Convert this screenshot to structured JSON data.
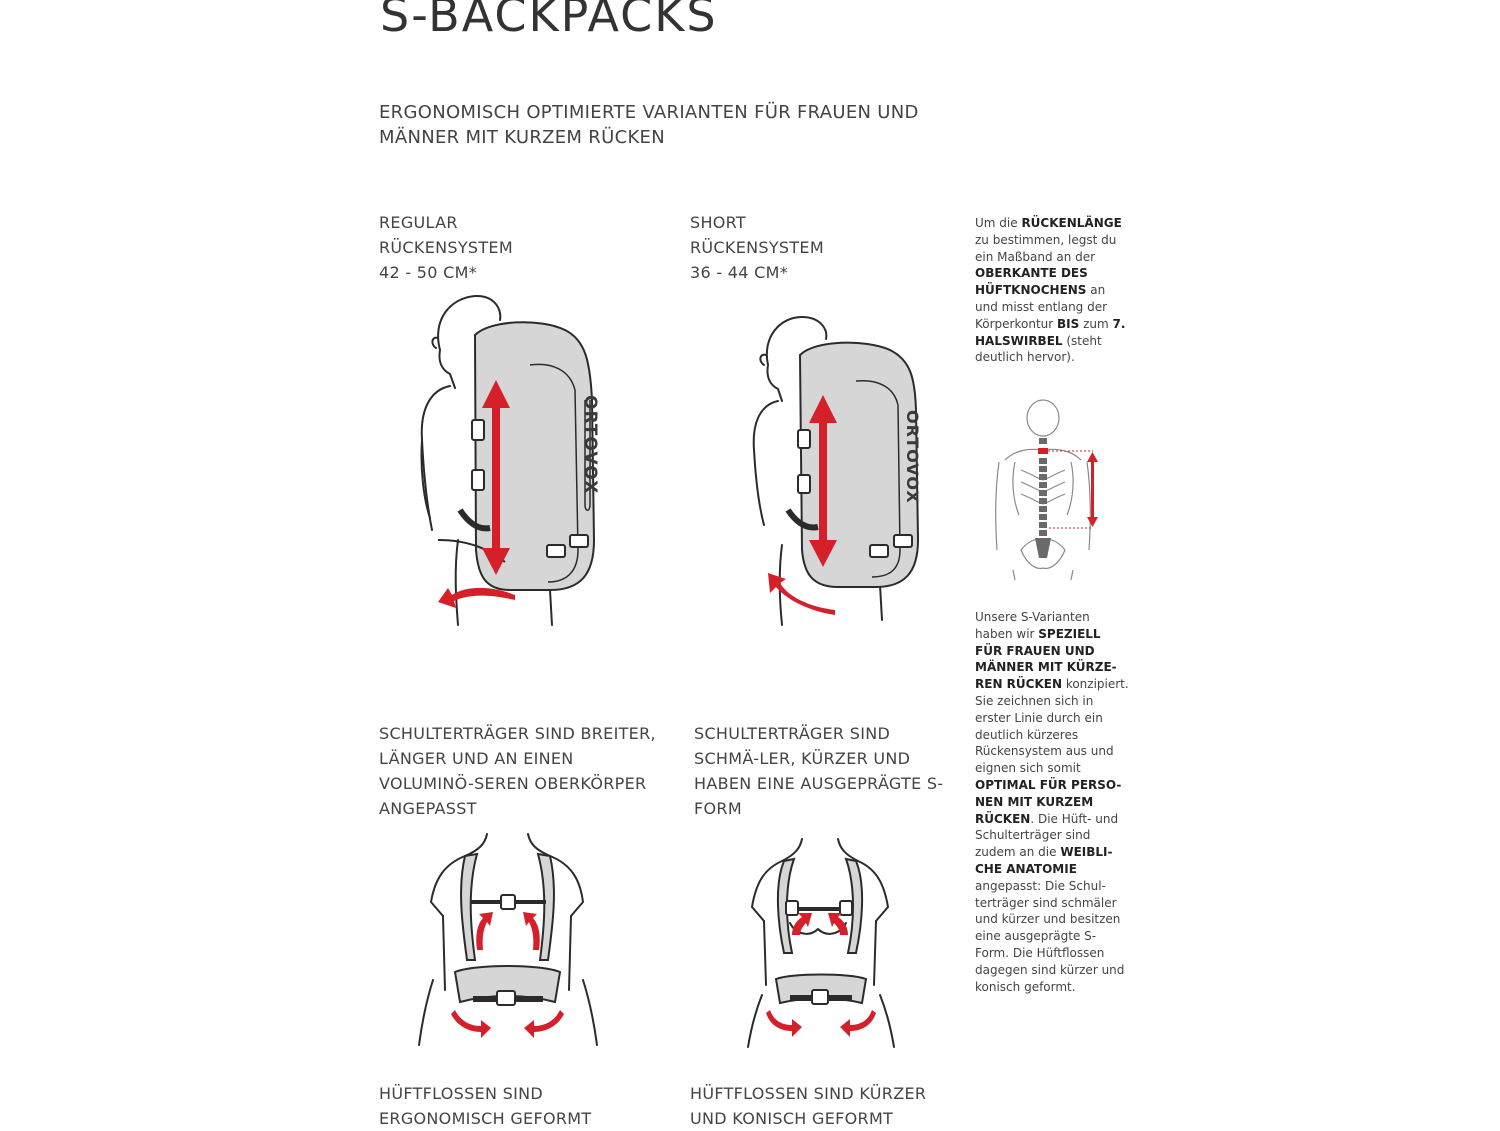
{
  "header": {
    "title": "S-BACKPACKS",
    "subtitle": "ERGONOMISCH OPTIMIERTE VARIANTEN FÜR FRAUEN UND MÄNNER MIT KURZEM RÜCKEN"
  },
  "regular": {
    "label_line1": "REGULAR",
    "label_line2": "RÜCKENSYSTEM",
    "label_line3": "42 - 50 CM*",
    "shoulder_text": "SCHULTERTRÄGER SIND BREITER, LÄNGER UND AN EINEN VOLUMINÖ-SEREN OBERKÖRPER ANGEPASST",
    "hip_text": "HÜFTFLOSSEN SIND ERGONOMISCH GEFORMT",
    "brand": "ORTOVOX"
  },
  "short": {
    "label_line1": "SHORT",
    "label_line2": "RÜCKENSYSTEM",
    "label_line3": "36 - 44 CM*",
    "shoulder_text": "SCHULTERTRÄGER SIND SCHMÄ-LER, KÜRZER UND HABEN EINE AUSGEPRÄGTE S-FORM",
    "hip_text": "HÜFTFLOSSEN SIND KÜRZER UND KONISCH GEFORMT",
    "brand": "ORTOVOX"
  },
  "sidebar": {
    "measure": {
      "t1": "Um die ",
      "b1": "RÜCKENLÄNGE",
      "t2": " zu bestimmen, legst du ein Maßband an der ",
      "b2": "OBERKANTE DES HÜFTKNOCHENS",
      "t3": " an und misst entlang der Körperkontur ",
      "b3": "BIS",
      "t4": " zum ",
      "b4": "7. HALSWIRBEL",
      "t5": " (steht deutlich hervor)."
    },
    "variants": {
      "t1": "Unsere S-Varianten haben wir ",
      "b1": "SPEZIELL FÜR FRAUEN UND MÄNNER MIT KÜRZE-REN RÜCKEN",
      "t2": " konzipiert. Sie zeichnen sich in erster Linie durch ein deutlich kürzeres Rückensystem aus und eignen sich somit ",
      "b2": "OPTIMAL FÜR PERSO-NEN MIT KURZEM RÜCKEN",
      "t3": ". Die Hüft- und Schulterträger sind zudem an die ",
      "b3": "WEIBLI-CHE ANATOMIE",
      "t4": " angepasst: Die Schul-terträger sind schmäler und kürzer und besitzen eine ausgeprägte S-Form. Die Hüftflossen dagegen sind kürzer und konisch geformt."
    }
  },
  "colors": {
    "accent": "#d5202a",
    "pack_fill": "#d6d6d6",
    "line": "#2b2b2b"
  }
}
